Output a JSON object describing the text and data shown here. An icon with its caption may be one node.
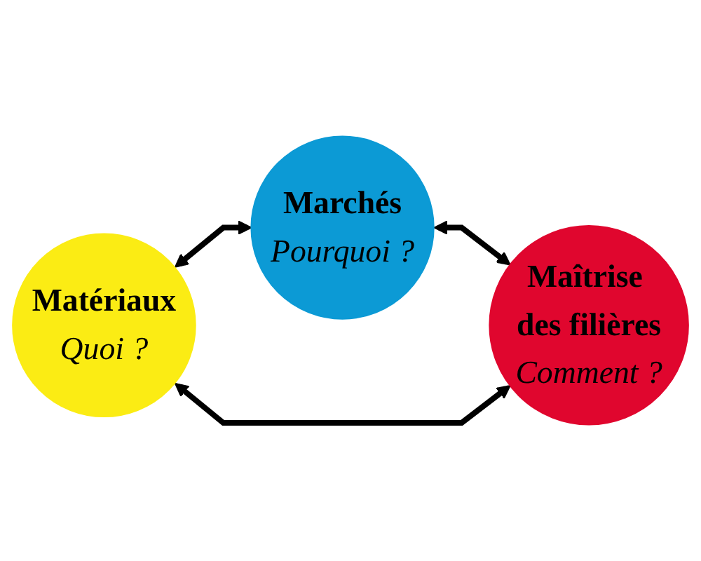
{
  "diagram": {
    "nodes": [
      {
        "text": [
          "Marchés",
          "Pourquoi ?"
        ]
      },
      {
        "text": [
          "Matériaux",
          "Quoi ?"
        ]
      },
      {
        "text": [
          "Maîtrise des filières",
          "Comment ?"
        ]
      }
    ],
    "edges": [
      {
        "from": 1,
        "to": 0,
        "arrow": "both"
      },
      {
        "from": 0,
        "to": 2,
        "arrow": "both"
      },
      {
        "from": 1,
        "to": 2,
        "arrow": "both"
      }
    ]
  }
}
